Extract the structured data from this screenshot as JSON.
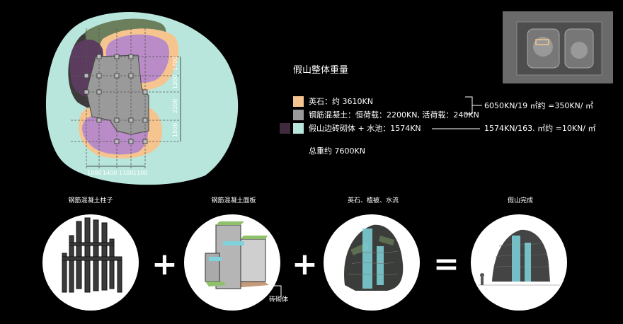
{
  "legend": {
    "title": "假山整体重量",
    "items": [
      {
        "text": "英石：约 3610KN",
        "color": "#f6c48e"
      },
      {
        "text": "钢筋混凝土：恒荷载：2200KN, 活荷载：240KN",
        "color": "#9a9a9a"
      },
      {
        "text": "假山边砖砌体 + 水池：1574KN",
        "color": "#b9e6dc",
        "color_dark": "#3f2a3e"
      }
    ],
    "calc1": "6050KN/19 ㎡约 =350KN/ ㎡",
    "calc2": "1574KN/163. ㎡约 =10KN/ ㎡",
    "total": "总重约 7600KN"
  },
  "plan": {
    "dims_vertical": [
      "1700",
      "1300",
      "2200",
      "1500"
    ],
    "dims_horizontal": [
      "1000",
      "1400",
      "1100",
      "1100"
    ]
  },
  "steps": [
    {
      "label": "钢筋混凝土柱子"
    },
    {
      "label": "钢筋混凝土面板",
      "annotation": "砖砌体"
    },
    {
      "label": "英石、植被、水流"
    },
    {
      "label": "假山完成"
    }
  ],
  "operators": [
    "+",
    "+",
    "="
  ],
  "colors": {
    "background": "#000000",
    "pool": "#b9e6dc",
    "stone": "#f6c48e",
    "concrete": "#9a9a9a",
    "purple": "#b98bc7",
    "water": "#7fd3dc"
  }
}
